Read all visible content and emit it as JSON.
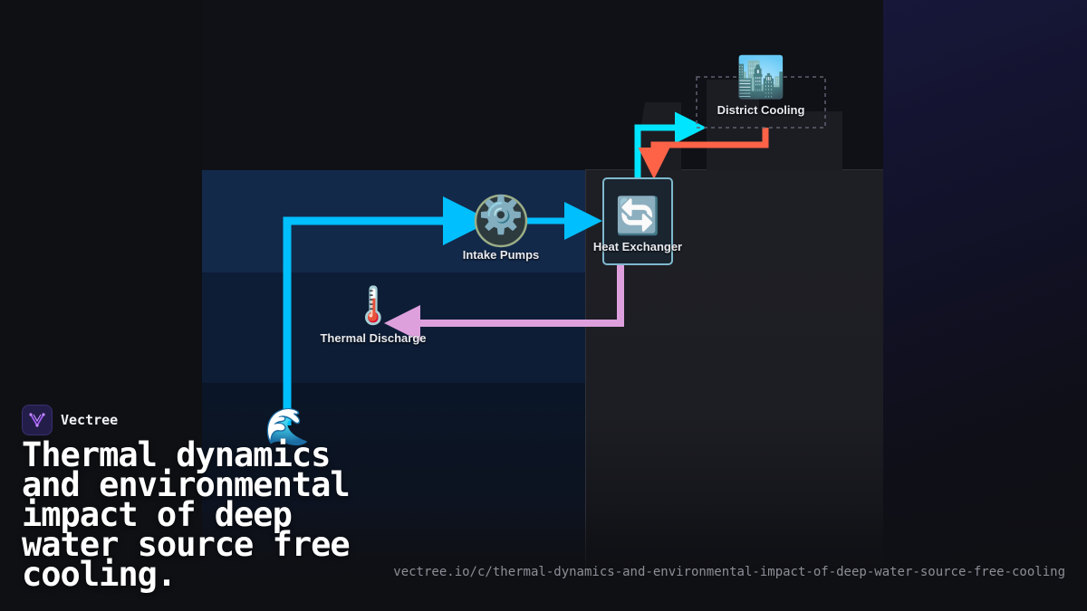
{
  "diagram": {
    "nodes": {
      "source": {
        "icon": "🌊",
        "icon_name": "water-wave-icon",
        "label": ""
      },
      "intake_pumps": {
        "icon": "⚙️",
        "icon_name": "gear-icon",
        "label": "Intake Pumps"
      },
      "heat_exchanger": {
        "icon": "🔄",
        "icon_name": "cycle-arrows-icon",
        "label": "Heat Exchanger"
      },
      "district_cooling": {
        "icon": "🏙️",
        "icon_name": "cityscape-icon",
        "label": "District Cooling"
      },
      "thermal_discharge": {
        "icon": "🌡️",
        "icon_name": "thermometer-icon",
        "label": "Thermal Discharge"
      }
    },
    "flows": [
      {
        "from": "source",
        "to": "intake_pumps",
        "color": "#00bfff"
      },
      {
        "from": "intake_pumps",
        "to": "heat_exchanger",
        "color": "#00bfff"
      },
      {
        "from": "heat_exchanger",
        "to": "district_cooling",
        "color": "#00e5ff"
      },
      {
        "from": "district_cooling",
        "to": "heat_exchanger",
        "color": "#ff6347"
      },
      {
        "from": "heat_exchanger",
        "to": "thermal_discharge",
        "color": "#dda0dd"
      }
    ],
    "colors": {
      "cold_water": "#00bfff",
      "supply": "#00e5ff",
      "return": "#ff6347",
      "discharge": "#dda0dd"
    }
  },
  "brand": {
    "name": "Vectree"
  },
  "title": "Thermal dynamics and environmental impact of deep water source free cooling.",
  "url": "vectree.io/c/thermal-dynamics-and-environmental-impact-of-deep-water-source-free-cooling"
}
